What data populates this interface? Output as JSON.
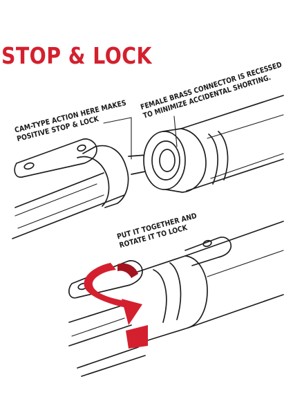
{
  "heading": {
    "text": "STOP & LOCK",
    "color": "#d4202e"
  },
  "callouts": {
    "cam_type": {
      "lines": [
        "CAM-TYPE ACTION HERE MAKES",
        "POSITIVE STOP & LOCK"
      ]
    },
    "brass_connector": {
      "lines": [
        "FEMALE BRASS CONNECTOR IS RECESSED",
        "TO MINIMIZE ACCIDENTAL SHORTING."
      ]
    },
    "rotate": {
      "lines": [
        "PUT IT TOGETHER AND",
        "ROTATE IT TO LOCK"
      ]
    }
  },
  "colors": {
    "line": "#1e1e1e",
    "arrow": "#d4202e",
    "arrow_dark": "#a3141f",
    "background": "#ffffff"
  },
  "icons": {
    "rotation_arrow": "curved-rotation-arrow-icon",
    "connector_pointer": "pointer-line-icon"
  }
}
